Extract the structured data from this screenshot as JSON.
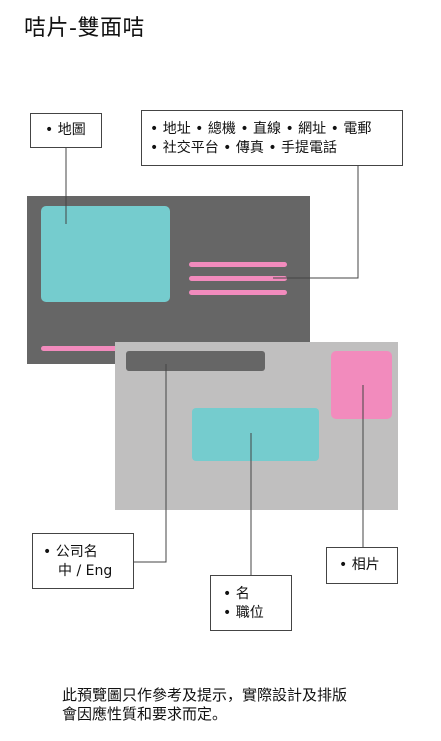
{
  "title": "咭片-雙面咭",
  "colors": {
    "card_back": "#666666",
    "card_front": "#c0bfbf",
    "teal": "#75ccce",
    "pink": "#f28bbd",
    "name_bar": "#666666",
    "connector": "#444444"
  },
  "callouts": {
    "map": "• 地圖",
    "contact_line1": "• 地址 • 總機 • 直線 • 網址 • 電郵",
    "contact_line2": "• 社交平台 • 傳真 • 手提電話",
    "company_line1": "• 公司名",
    "company_line2": "中 / Eng",
    "name_line1": "• 名",
    "name_line2": "• 職位",
    "photo": "• 相片"
  },
  "note": {
    "line1": "此預覽圖只作參考及提示，實際設計及排版",
    "line2": "會因應性質和要求而定。"
  }
}
